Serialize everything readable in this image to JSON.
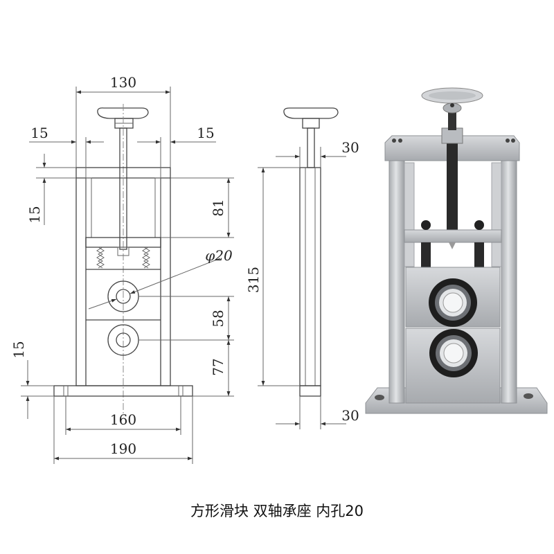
{
  "caption": "方形滑块 双轴承座 内孔20",
  "dimensions": {
    "overall_width": "130",
    "side_left": "15",
    "side_right": "15",
    "top_bar": "15",
    "upper_gap": "81",
    "bore_label": "φ20",
    "total_height": "315",
    "bearing_spacing": "58",
    "lower_gap": "77",
    "base_thickness": "15",
    "base_hole_spacing": "160",
    "base_width": "190",
    "side_top_width": "30",
    "side_bottom_width": "30"
  },
  "colors": {
    "line": "#444444",
    "metal": "#c7c9cc",
    "metal_dark": "#8e9195",
    "bearing": "#1e1e1e"
  }
}
